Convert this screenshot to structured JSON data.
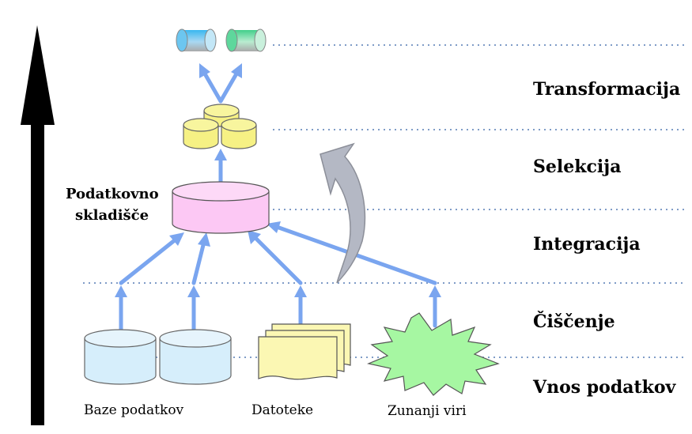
{
  "stages": [
    {
      "label": "Transformacija"
    },
    {
      "label": "Selekcija"
    },
    {
      "label": "Integracija"
    },
    {
      "label": "Čiščenje"
    },
    {
      "label": "Vnos podatkov"
    }
  ],
  "warehouse": {
    "label_line1": "Podatkovno",
    "label_line2": "skladišče"
  },
  "sources": {
    "databases": "Baze podatkov",
    "files": "Datoteke",
    "external": "Zunanji viri"
  },
  "colors": {
    "arrow_blue": "#7aa5ef",
    "dotted_line": "#7f9cc7",
    "db_fill": "#d6eefb",
    "file_fill": "#fbf7b3",
    "warehouse_fill": "#fcc8f4",
    "cube_fill": "#f6f184",
    "star_fill": "#a6f7a2",
    "return_arrow": "#b4b8c4"
  }
}
